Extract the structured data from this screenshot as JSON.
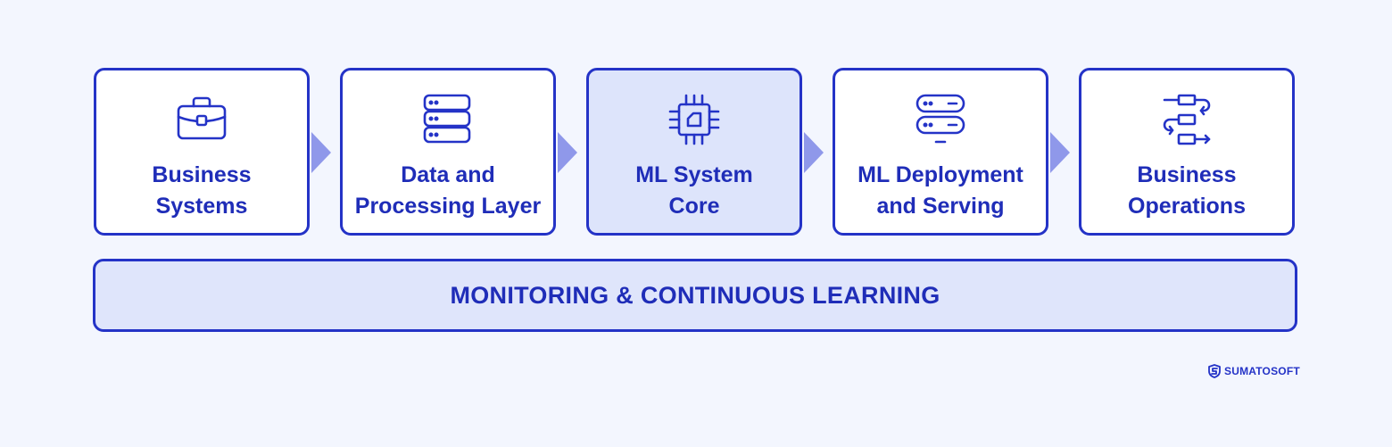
{
  "steps": [
    {
      "label_line1": "Business",
      "label_line2": "Systems",
      "icon": "briefcase-icon",
      "highlight": false
    },
    {
      "label_line1": "Data and",
      "label_line2": "Processing Layer",
      "icon": "database-icon",
      "highlight": false
    },
    {
      "label_line1": "ML System",
      "label_line2": "Core",
      "icon": "chip-icon",
      "highlight": true
    },
    {
      "label_line1": "ML Deployment",
      "label_line2": "and Serving",
      "icon": "server-icon",
      "highlight": false
    },
    {
      "label_line1": "Business",
      "label_line2": "Operations",
      "icon": "workflow-icon",
      "highlight": false
    }
  ],
  "monitoring": {
    "label": "MONITORING & CONTINUOUS LEARNING"
  },
  "brand": {
    "name": "SUMATOSOFT",
    "icon": "sumatosoft-logo-icon"
  },
  "colors": {
    "accent": "#2433c7",
    "text": "#1f2db8",
    "box_fill": "#ffffff",
    "box_highlight_fill": "#dde4fb",
    "arrow": "#8f98ea",
    "background": "#f3f6fe"
  }
}
